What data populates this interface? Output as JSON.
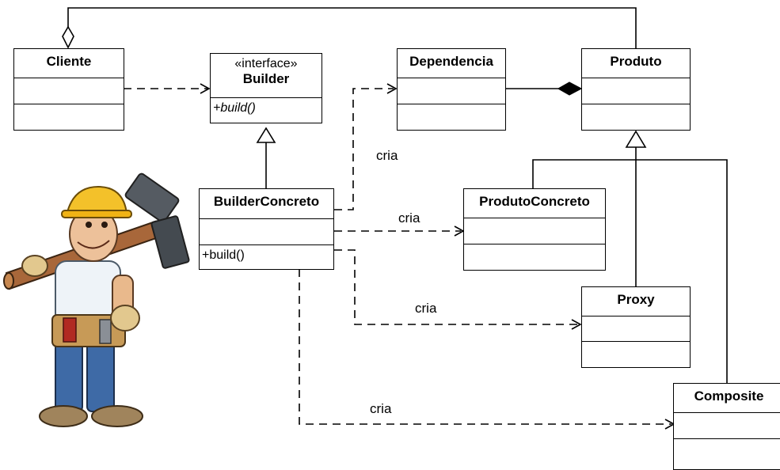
{
  "classes": {
    "cliente": {
      "name": "Cliente"
    },
    "builder": {
      "stereotype": "«interface»",
      "name": "Builder",
      "operation": "+build()"
    },
    "dependencia": {
      "name": "Dependencia"
    },
    "produto": {
      "name": "Produto"
    },
    "builder_concreto": {
      "name": "BuilderConcreto",
      "operation": "+build()"
    },
    "produto_concreto": {
      "name": "ProdutoConcreto"
    },
    "proxy": {
      "name": "Proxy"
    },
    "composite": {
      "name": "Composite"
    }
  },
  "relations": {
    "cria_1": "cria",
    "cria_2": "cria",
    "cria_3": "cria",
    "cria_4": "cria"
  }
}
